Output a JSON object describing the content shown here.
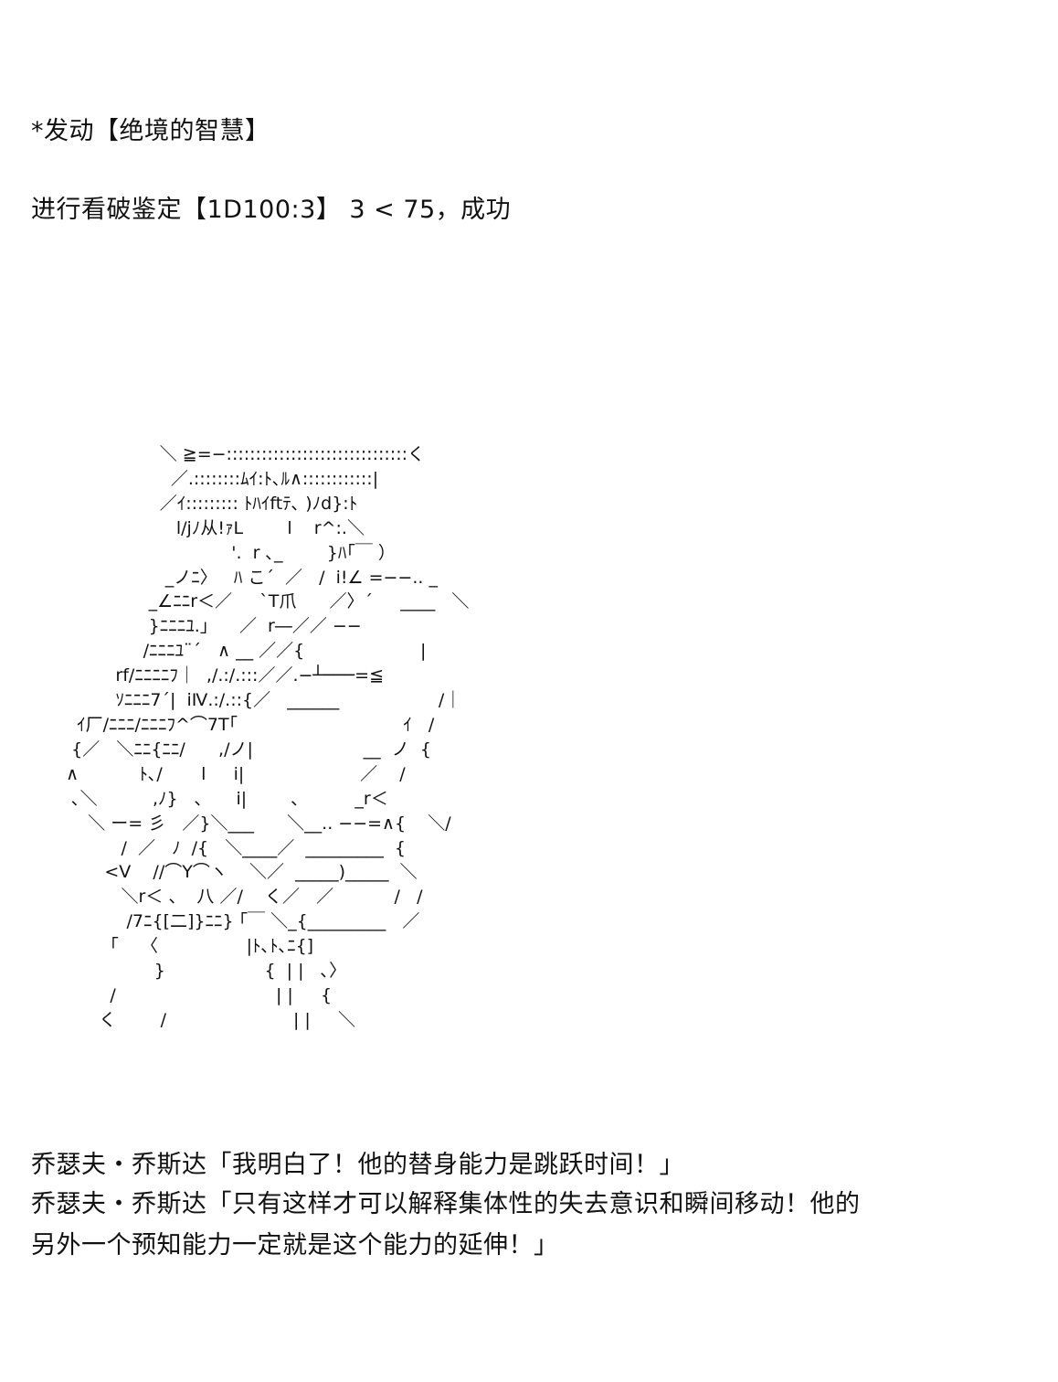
{
  "header": {
    "action": "*发动【绝境的智慧】",
    "check": "进行看破鉴定【1D100:3】 3 < 75，成功"
  },
  "ascii_art": [
    "                   ＼ ≧=−:::::::::::::::::::::::::::::::く",
    "                     ／.::::::::ﾑｲ:ﾄ､ﾙ∧::::::::::::|",
    "                   ／ｲ::::::::: ﾄﾊｲftﾃ､ )ﾉd}:ﾄ",
    "                      l/jﾉ从!ｧL        l    r^:.＼",
    "                                '.  r ､_        }ﾊ｢￣ ）",
    "                    _ノﾆ〉   ﾊ こ´  ／   /  i!∠ =−−.. _",
    "                 _∠ﾆﾆr＜／     `T爪      ／〉´     ____   ＼",
    "                 }ﾆﾆﾆﾕ.」    ／  r―／／ −−",
    "                /ﾆﾆﾆﾕ¨´   ∧ __ ／／{                     |",
    "           rf/ﾆﾆﾆﾆﾌ｜  ,/.:/.:::／／.−┴───=≦",
    "           ｿﾆﾆﾆ7´|  iⅣ.:/.::{／   ______                  /｜",
    "    ｲ厂/ﾆﾆﾆ/ﾆﾆﾆﾌ^⌒7T｢                              ｲ   /",
    "   {／   ＼ﾆﾆ{ﾆﾆ/      ,/ノ|                    __  ノ  {",
    "  ∧           ﾄ､/       l     i|                     ／    /",
    "   ､＼          ,ﾉ}   ､      i|        ､          _r＜",
    "      ＼ ー= 彡   ／}＼___      ＼__.. −−=∧{    ＼/",
    "            /  ／   ﾉ  /{   ＼____／  _________  {",
    "         <V    //⌒Y⌒ヽ    ＼／  _____)_____  ＼",
    "            ＼r＜ 、  八 ／/    く／   ／           /   /",
    "             /7ﾆ{[二]}ﾆﾆ} ｢￣ ＼_{_________   ／",
    "          ｢    〈                |ﾄ､ﾄ､ﾆ{]",
    "                  }                  {  | |   ､〉",
    "          /                             | |     {",
    "        く        /                       | |     ＼"
  ],
  "dialogue": [
    "乔瑟夫・乔斯达「我明白了！他的替身能力是跳跃时间！」",
    "乔瑟夫・乔斯达「只有这样才可以解释集体性的失去意识和瞬间移动！他的",
    "另外一个预知能力一定就是这个能力的延伸！」"
  ]
}
